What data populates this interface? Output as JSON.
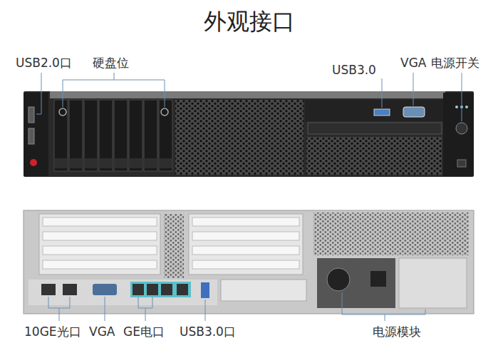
{
  "diagram": {
    "title": "外观接口",
    "labels": [
      "USB2.0口",
      "硬盘位",
      "USB3.0",
      "VGA",
      "电源开关",
      "10GE光口",
      "VGA",
      "GE电口",
      "USB3.0口",
      "电源模块"
    ]
  }
}
